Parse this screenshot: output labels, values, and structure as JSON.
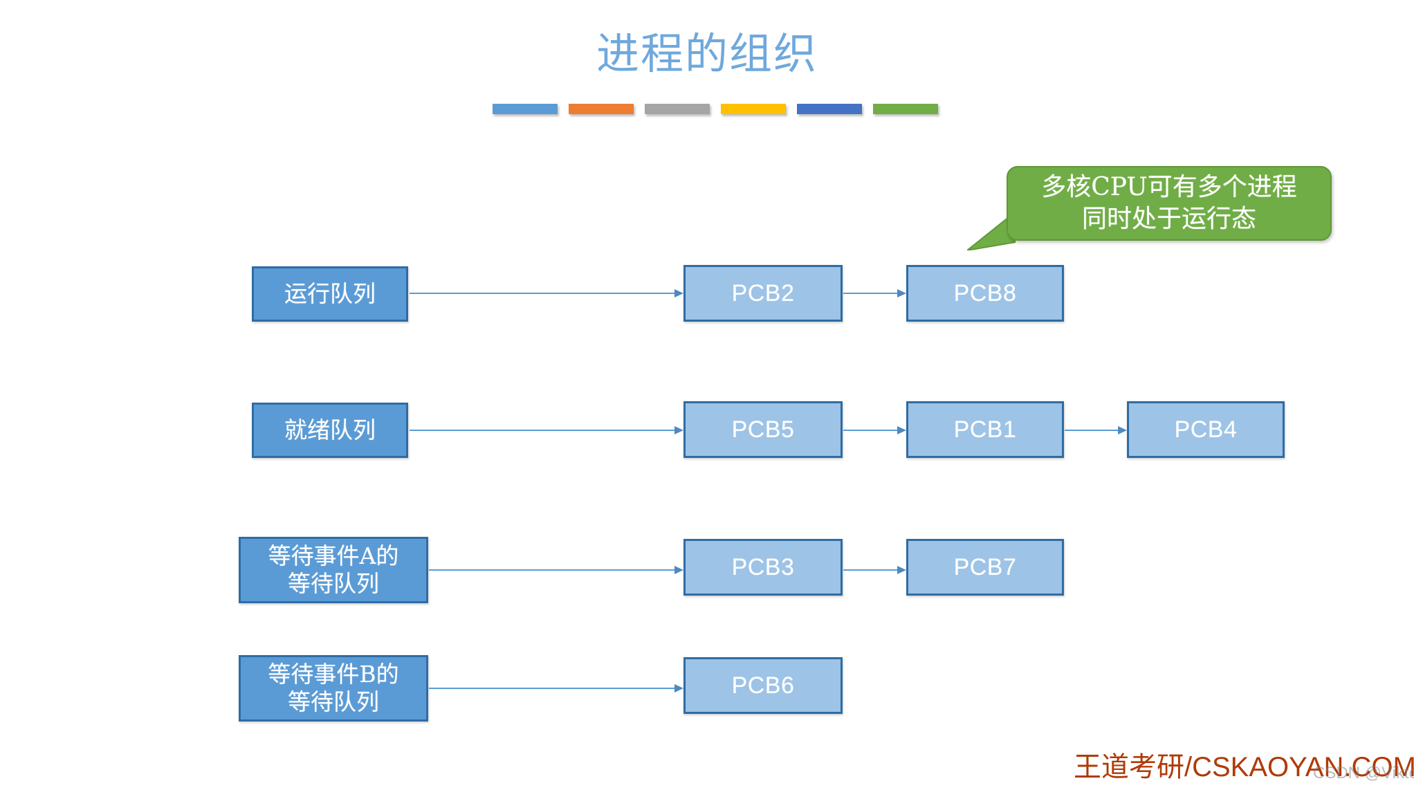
{
  "slide": {
    "title": "进程的组织",
    "title_color": "#6FA8DC",
    "background": "#ffffff"
  },
  "color_bar": {
    "swatches": [
      {
        "name": "swatch-blue",
        "color": "#5B9BD5"
      },
      {
        "name": "swatch-orange",
        "color": "#ED7D31"
      },
      {
        "name": "swatch-gray",
        "color": "#A5A5A5"
      },
      {
        "name": "swatch-yellow",
        "color": "#FFC000"
      },
      {
        "name": "swatch-indigo",
        "color": "#4472C4"
      },
      {
        "name": "swatch-green",
        "color": "#70AD47"
      }
    ]
  },
  "callout": {
    "text": "多核CPU可有多个进程\n同时处于运行态",
    "line1": "多核CPU可有多个进程",
    "line2": "同时处于运行态",
    "fill": "#70AD47",
    "text_color": "#FFFFFF"
  },
  "queues": [
    {
      "id": "run-queue",
      "label": "运行队列",
      "pcbs": [
        "PCB2",
        "PCB8"
      ]
    },
    {
      "id": "ready-queue",
      "label": "就绪队列",
      "pcbs": [
        "PCB5",
        "PCB1",
        "PCB4"
      ]
    },
    {
      "id": "wait-queue-a",
      "label": "等待事件A的\n等待队列",
      "pcbs": [
        "PCB3",
        "PCB7"
      ]
    },
    {
      "id": "wait-queue-b",
      "label": "等待事件B的\n等待队列",
      "pcbs": [
        "PCB6"
      ]
    }
  ],
  "style": {
    "queue_box_fill": "#5B9BD5",
    "pcb_box_fill": "#9DC3E6",
    "box_border": "#2E6CA4",
    "arrow_color": "#5B9BD5"
  },
  "footer": {
    "brand": "王道考研/CSKAOYAN.COM",
    "brand_color": "#B03A06",
    "watermark": "CSDN @Viktoriae"
  }
}
